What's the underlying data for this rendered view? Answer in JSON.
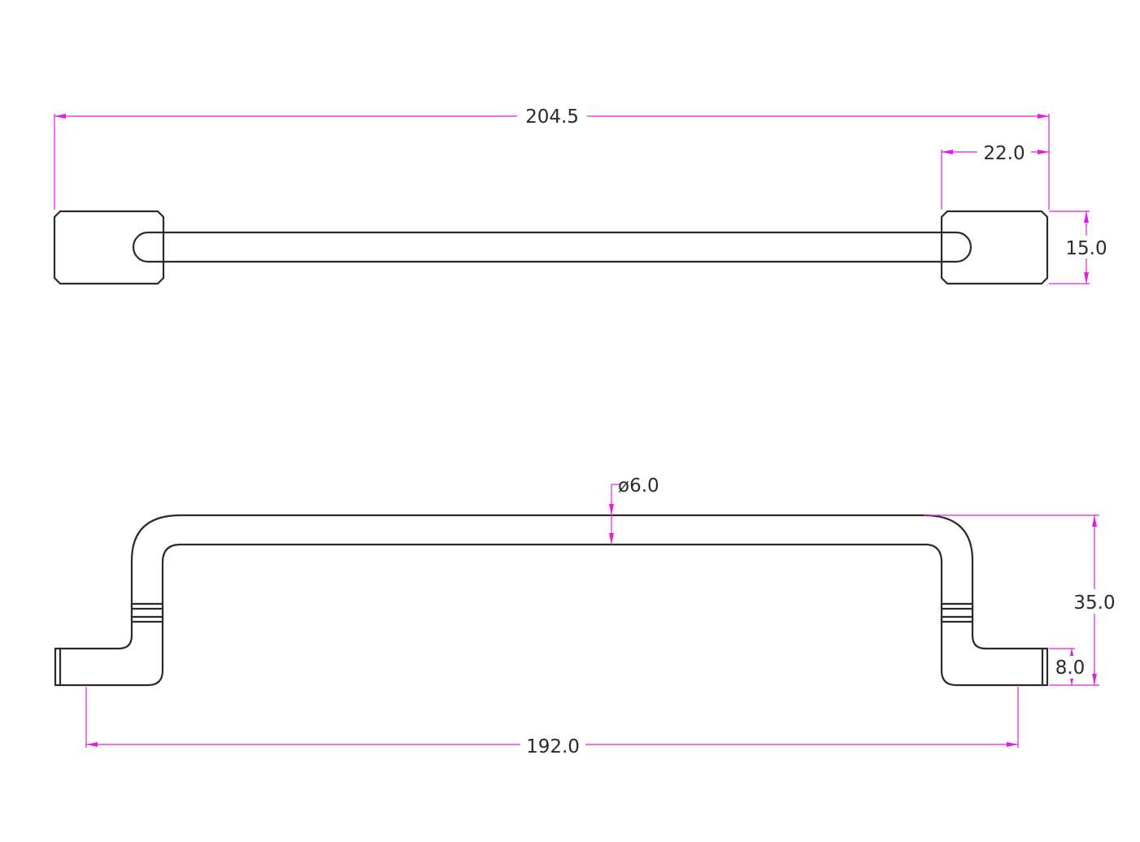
{
  "drawing": {
    "dimensions": {
      "overall_length": "204.5",
      "base_length": "22.0",
      "base_width": "15.0",
      "bar_diameter": "ø6.0",
      "height": "35.0",
      "foot_height": "8.0",
      "hole_spacing": "192.0"
    },
    "colors": {
      "dimension_line": "#e31ee3",
      "part_outline": "#2b2b2b",
      "text": "#2b2b2b",
      "background": "#ffffff"
    }
  }
}
